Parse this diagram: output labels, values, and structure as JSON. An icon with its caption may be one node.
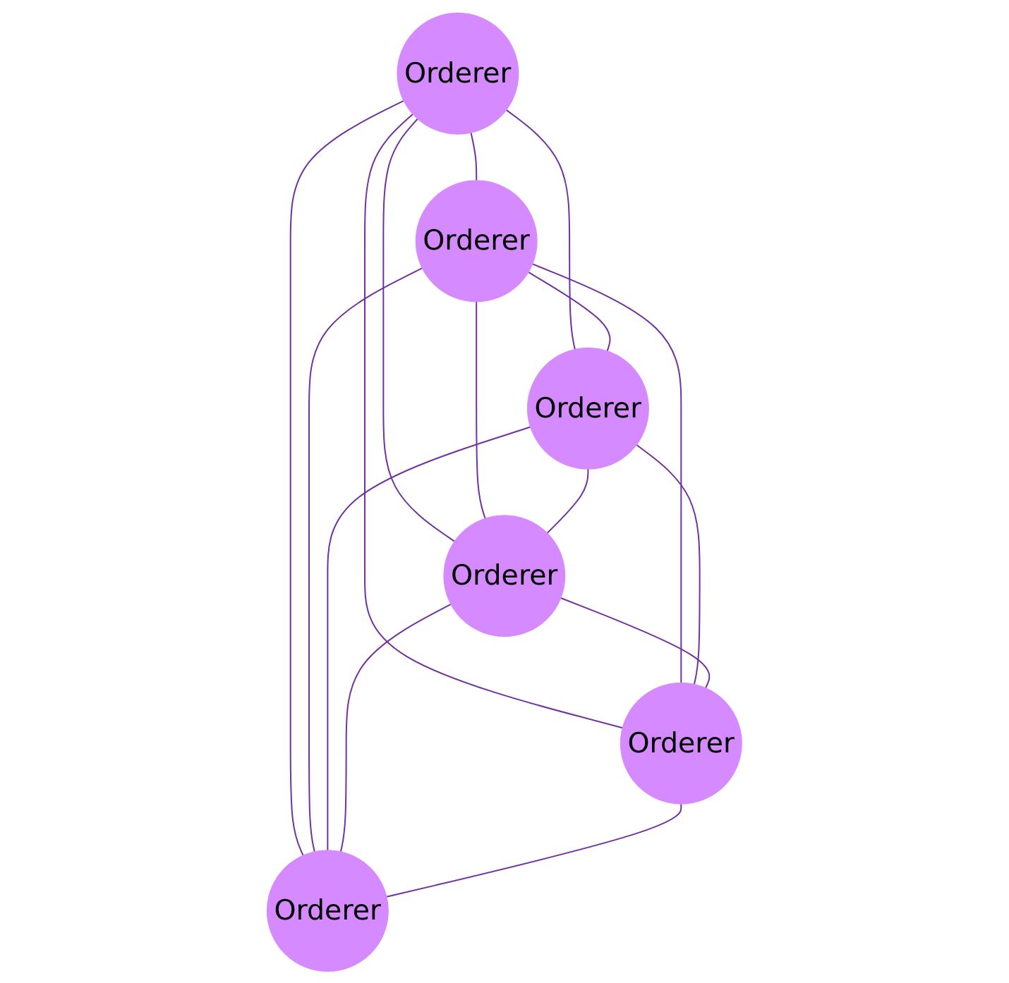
{
  "diagram": {
    "nodes": [
      {
        "text": [
          "Orderer"
        ]
      },
      {
        "text": [
          "Orderer"
        ]
      },
      {
        "text": [
          "Orderer"
        ]
      },
      {
        "text": [
          "Orderer"
        ]
      },
      {
        "text": [
          "Orderer"
        ]
      },
      {
        "text": [
          "Orderer"
        ]
      }
    ],
    "edges": [
      {
        "from": 0,
        "to": 1,
        "arrow": "none"
      },
      {
        "from": 0,
        "to": 2,
        "arrow": "none"
      },
      {
        "from": 0,
        "to": 3,
        "arrow": "none"
      },
      {
        "from": 0,
        "to": 4,
        "arrow": "none"
      },
      {
        "from": 0,
        "to": 5,
        "arrow": "none"
      },
      {
        "from": 1,
        "to": 2,
        "arrow": "none"
      },
      {
        "from": 1,
        "to": 3,
        "arrow": "none"
      },
      {
        "from": 1,
        "to": 4,
        "arrow": "none"
      },
      {
        "from": 1,
        "to": 5,
        "arrow": "none"
      },
      {
        "from": 2,
        "to": 3,
        "arrow": "none"
      },
      {
        "from": 2,
        "to": 4,
        "arrow": "none"
      },
      {
        "from": 2,
        "to": 5,
        "arrow": "none"
      },
      {
        "from": 3,
        "to": 4,
        "arrow": "none"
      },
      {
        "from": 3,
        "to": 5,
        "arrow": "none"
      },
      {
        "from": 4,
        "to": 5,
        "arrow": "none"
      }
    ]
  }
}
